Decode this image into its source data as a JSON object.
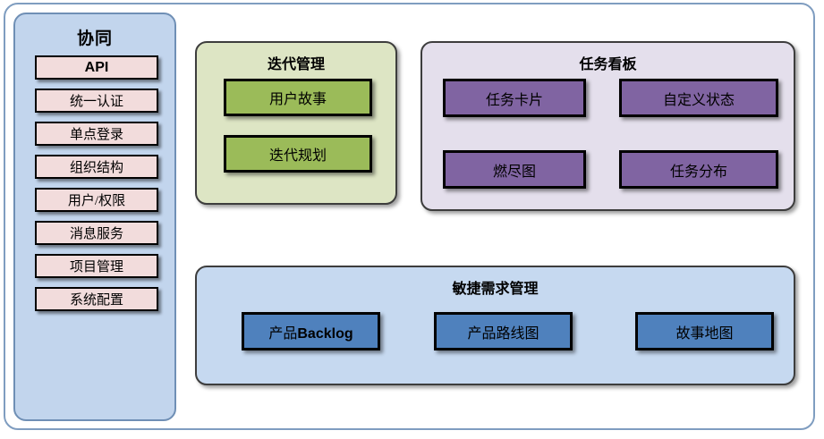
{
  "sidebar": {
    "title": "协同",
    "items": [
      {
        "label": "API"
      },
      {
        "label": "统一认证"
      },
      {
        "label": "单点登录"
      },
      {
        "label": "组织结构"
      },
      {
        "label": "用户/权限"
      },
      {
        "label": "消息服务"
      },
      {
        "label": "项目管理"
      },
      {
        "label": "系统配置"
      }
    ],
    "colors": {
      "panel_background": "#c2d5ed",
      "panel_border": "#6f8fb5",
      "card_background": "#f2dcdc",
      "card_border": "#000000"
    }
  },
  "panels": {
    "iteration": {
      "title": "迭代管理",
      "background": "#dde5c4",
      "card_color": "#9bbb59",
      "cards": [
        {
          "label": "用户故事"
        },
        {
          "label": "迭代规划"
        }
      ]
    },
    "taskboard": {
      "title": "任务看板",
      "background": "#e4dfec",
      "card_color": "#8064a2",
      "cards": [
        {
          "label": "任务卡片"
        },
        {
          "label": "自定义状态"
        },
        {
          "label": "燃尽图"
        },
        {
          "label": "任务分布"
        }
      ]
    },
    "agile": {
      "title": "敏捷需求管理",
      "background": "#c6d9f0",
      "card_color": "#4f81bd",
      "cards": [
        {
          "label": "产品Backlog",
          "cjk_prefix": "产品",
          "latin_suffix": "Backlog"
        },
        {
          "label": "产品路线图"
        },
        {
          "label": "故事地图"
        }
      ]
    }
  },
  "frame": {
    "border_color": "#7f9dc0",
    "background": "#ffffff"
  }
}
